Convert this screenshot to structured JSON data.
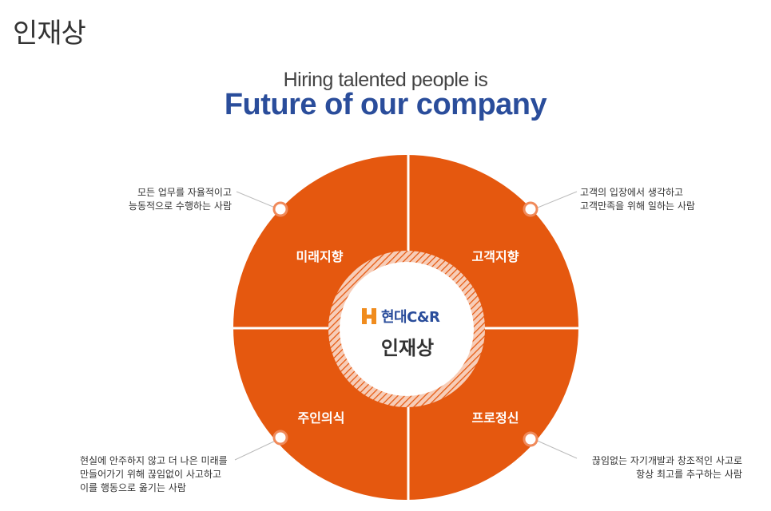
{
  "page_title": "인재상",
  "tagline": "Hiring talented people is",
  "headline": "Future of our company",
  "center": {
    "logo_text": "현대C&R",
    "title": "인재상"
  },
  "quadrants": {
    "top_left": {
      "label": "미래지향",
      "desc_line1": "모든 업무를 자율적이고",
      "desc_line2": "능동적으로 수행하는 사람"
    },
    "top_right": {
      "label": "고객지향",
      "desc_line1": "고객의 입장에서 생각하고",
      "desc_line2": "고객만족을 위해 일하는 사람"
    },
    "bottom_left": {
      "label": "주인의식",
      "desc_line1": "현실에 안주하지 않고 더 나은 미래를",
      "desc_line2": "만들어가기 위해 끊임없이 사고하고",
      "desc_line3": "이를 행동으로 옮기는 사람"
    },
    "bottom_right": {
      "label": "프로정신",
      "desc_line1": "끊임없는 자기개발과 창조적인 사고로",
      "desc_line2": "항상 최고를  추구하는 사람"
    }
  },
  "colors": {
    "orange": "#e5580f",
    "blue": "#2a4d9b",
    "logo_orange": "#f08c1e"
  }
}
